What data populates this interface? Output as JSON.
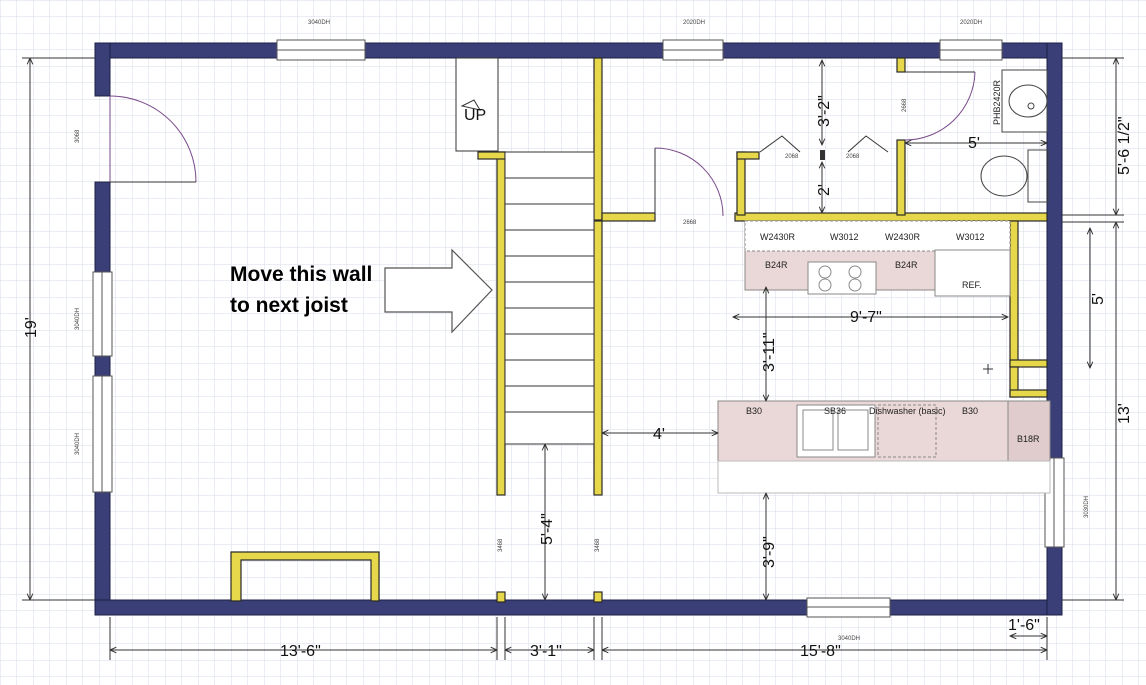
{
  "note": {
    "line1": "Move this wall",
    "line2": "to next joist"
  },
  "stair_label": "UP",
  "dimensions": {
    "overall_height": "19'",
    "right_total": "13'",
    "top_right": "5'-6 1/2\"",
    "right_mid": "5'",
    "bath_upper": "3'-2\"",
    "bath_lower": "2'",
    "bath_width": "5'",
    "counter_run": "9'-7\"",
    "aisle_upper": "3'-11\"",
    "aisle_side": "4'",
    "stair_bottom": "5'-4\"",
    "island_bottom": "3'-9\"",
    "bottom_left": "13'-6\"",
    "bottom_mid": "3'-1\"",
    "bottom_right": "15'-8\"",
    "bottom_corner": "1'-6\""
  },
  "labels": {
    "window_top_left": "3040DH",
    "window_top_mid": "2020DH",
    "window_top_right": "2020DH",
    "window_left_upper": "3040DH",
    "window_left_lower": "3040DH",
    "window_right": "3030DH",
    "window_bottom": "3040DH",
    "door_left": "3068",
    "door_center": "2668",
    "door_bath": "2668",
    "closet_left": "2068",
    "closet_right": "2068",
    "opening_left": "3468",
    "opening_right": "3468",
    "vanity": "PHB2420R",
    "wall_cab_1": "W2430R",
    "wall_cab_2": "W3012",
    "wall_cab_3": "W2430R",
    "wall_cab_4": "W3012",
    "base_cab_1": "B24R",
    "base_cab_2": "B24R",
    "fridge": "REF.",
    "island_1": "B30",
    "island_sink": "SB36",
    "island_dw": "Dishwasher (basic)",
    "island_2": "B30",
    "island_end": "B18R"
  },
  "colors": {
    "exterior_wall": "#3a3f78",
    "interior_wall_fill": "#e6d84a",
    "interior_wall_edge": "#2a2a2a",
    "cabinet_fill": "#ead7d7",
    "grid": "#d6dce8"
  }
}
